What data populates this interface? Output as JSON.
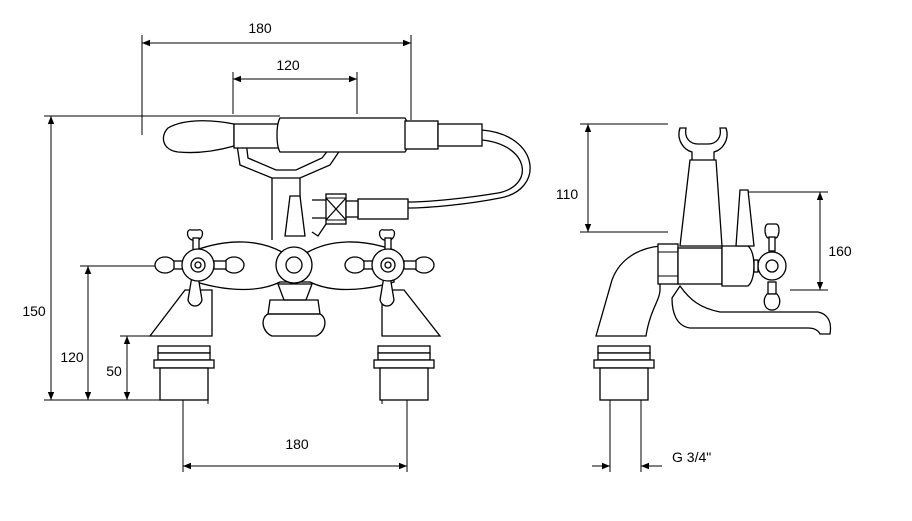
{
  "dimensions": {
    "front_top_width": "180",
    "handshower_width": "120",
    "total_height": "150",
    "handle_height": "120",
    "thread_height": "50",
    "center_distance": "180",
    "cradle_height": "110",
    "side_height": "160"
  },
  "thread_spec": "G 3/4\"",
  "colors": {
    "line": "#000000",
    "background": "#ffffff"
  }
}
